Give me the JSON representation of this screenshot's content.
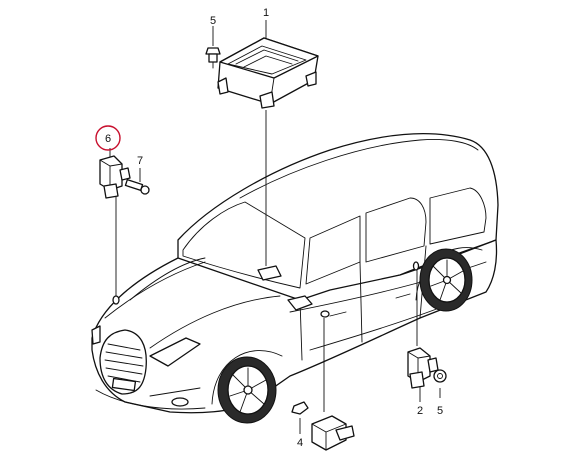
{
  "callouts": [
    {
      "id": "c1",
      "label": "1"
    },
    {
      "id": "c2",
      "label": "2"
    },
    {
      "id": "c4",
      "label": "4"
    },
    {
      "id": "c5a",
      "label": "5"
    },
    {
      "id": "c5b",
      "label": "5"
    },
    {
      "id": "c6",
      "label": "6"
    },
    {
      "id": "c7",
      "label": "7"
    }
  ],
  "colors": {
    "line": "#111111",
    "highlight_circle": "#c8102e",
    "background": "#ffffff"
  }
}
